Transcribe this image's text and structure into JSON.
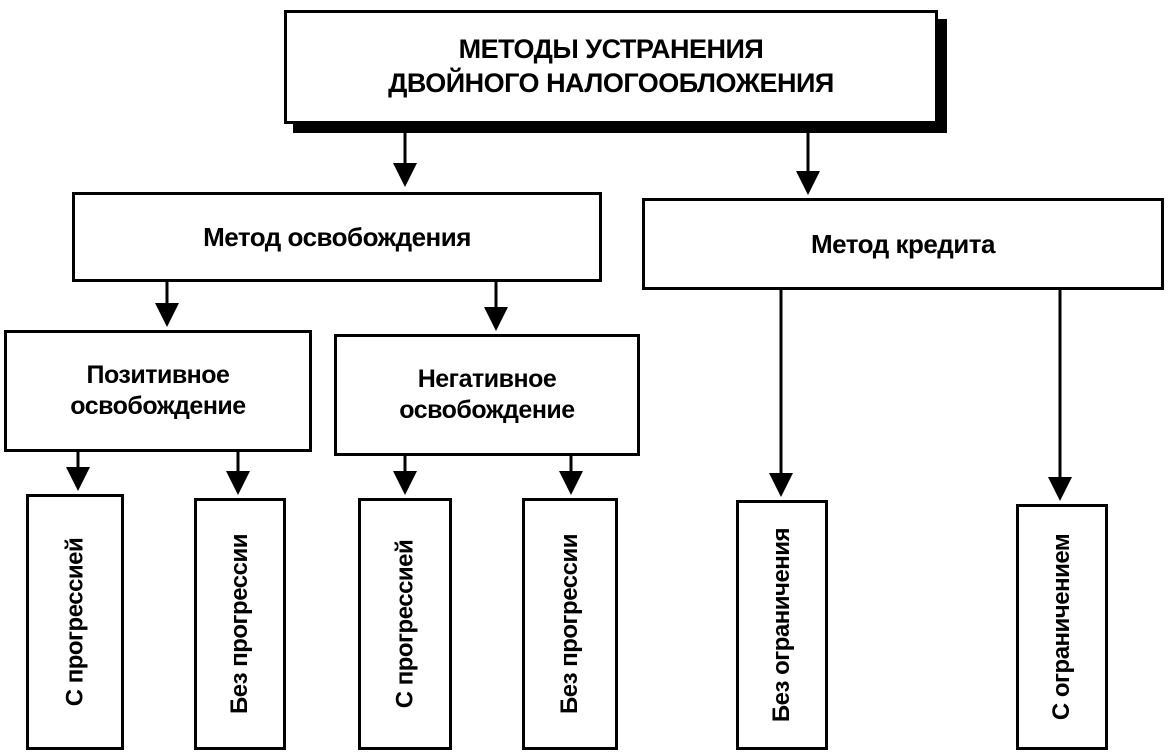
{
  "root": {
    "label": "МЕТОДЫ УСТРАНЕНИЯ\nДВОЙНОГО НАЛОГООБЛОЖЕНИЯ"
  },
  "exemption": {
    "label": "Метод освобождения",
    "positive": {
      "label": "Позитивное\nосвобождение",
      "leaves": [
        "С прогрессией",
        "Без прогрессии"
      ]
    },
    "negative": {
      "label": "Негативное\nосвобождение",
      "leaves": [
        "С прогрессией",
        "Без прогрессии"
      ]
    }
  },
  "credit": {
    "label": "Метод кредита",
    "leaves": [
      "Без ограничения",
      "С ограничением"
    ]
  },
  "colors": {
    "line": "#000000",
    "box_fill": "#ffffff"
  }
}
